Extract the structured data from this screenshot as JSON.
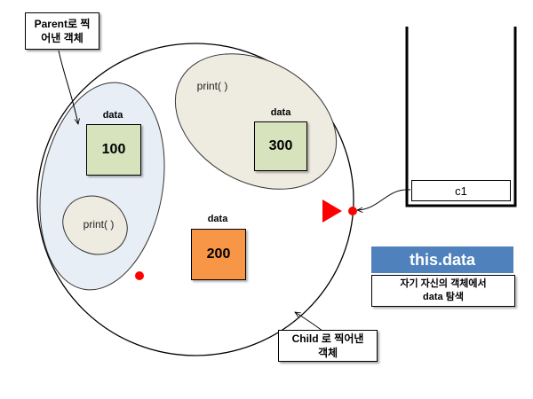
{
  "callouts": {
    "parent_line1": "Parent로 찍",
    "parent_line2": "어낸 객체",
    "child_line1": "Child 로 찍어낸",
    "child_line2": "객체"
  },
  "fields": {
    "label": "data",
    "parent_value": "100",
    "child_value": "200",
    "third_value": "300"
  },
  "methods": {
    "parent_print": "print( )",
    "child_print": "print( )"
  },
  "stack": {
    "reference": "c1"
  },
  "info": {
    "title": "this.data",
    "desc_line1": "자기 자신의 객체에서",
    "desc_line2": "data 탐색"
  },
  "colors": {
    "outer_circle_fill": "#ffffff",
    "parent_ellipse_fill": "#e8eef6",
    "method_ellipse_fill": "#eeebe1",
    "parent_data_fill": "#d6e3bc",
    "child_data_fill": "#f79646",
    "third_data_fill": "#d6e3bc",
    "marker_red": "#ff0000",
    "info_blue": "#4f81bd"
  }
}
